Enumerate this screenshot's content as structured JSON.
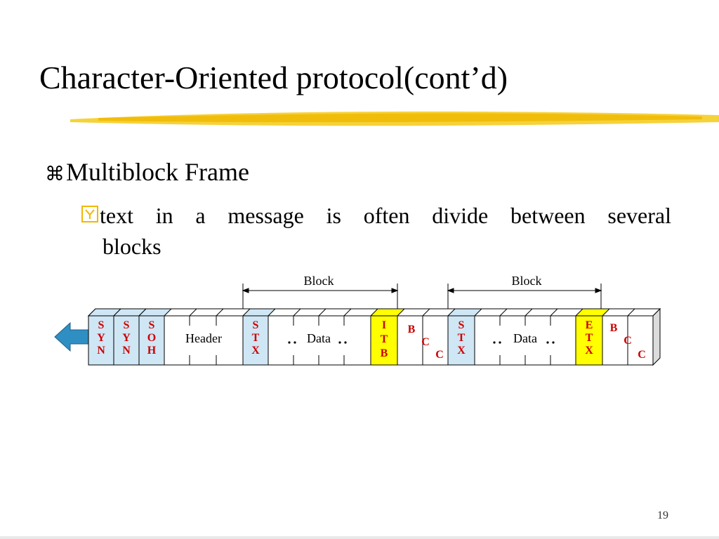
{
  "slide": {
    "title": "Character-Oriented protocol(cont’d)",
    "bullet_level1": "Multiblock Frame",
    "bullet_level2_line1": "text in a message is often divide between several",
    "bullet_level2_line2": "blocks",
    "page_number": "19"
  },
  "diagram": {
    "block_labels": [
      "Block",
      "Block"
    ],
    "fields": {
      "syn1": [
        "S",
        "Y",
        "N"
      ],
      "syn2": [
        "S",
        "Y",
        "N"
      ],
      "soh": [
        "S",
        "O",
        "H"
      ],
      "header": "Header",
      "stx1": [
        "S",
        "T",
        "X"
      ],
      "data1": "Data",
      "itb": [
        "I",
        "T",
        "B"
      ],
      "bcc1": [
        "B",
        "C",
        "C"
      ],
      "stx2": [
        "S",
        "T",
        "X"
      ],
      "data2": "Data",
      "etx": [
        "E",
        "T",
        "X"
      ],
      "bcc2": [
        "B",
        "C",
        "C"
      ]
    },
    "colors": {
      "control_fill": "#cfe6f5",
      "block_end_fill": "#ffff00",
      "control_text": "#cc0000",
      "arrow": "#2f8fc3"
    }
  }
}
